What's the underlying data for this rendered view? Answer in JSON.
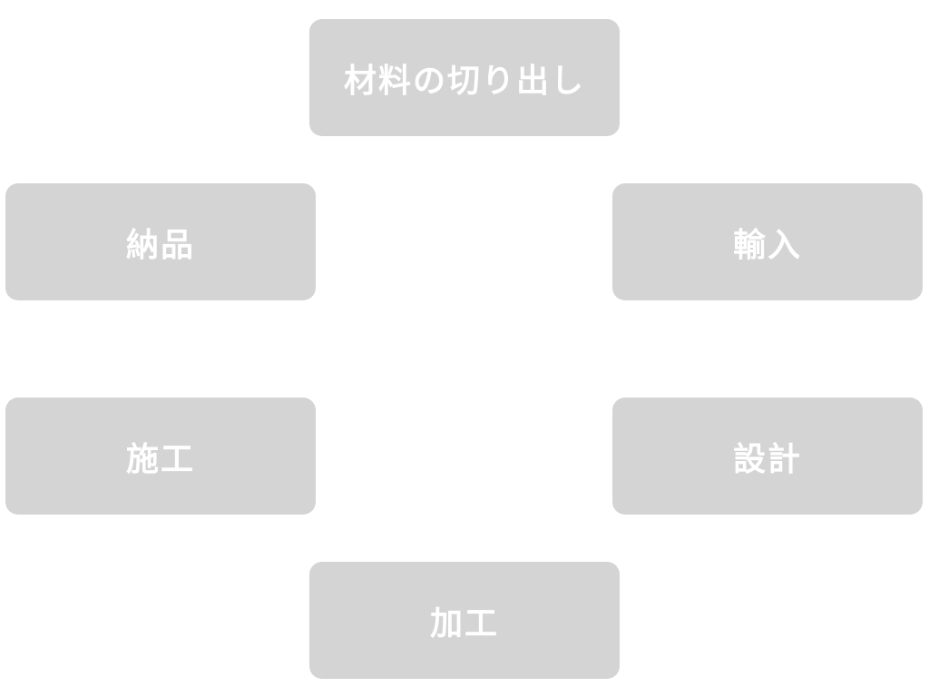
{
  "colors": {
    "node_fill": "#d4d4d4",
    "node_text": "#ffffff",
    "background": "#ffffff"
  },
  "nodes": [
    {
      "label": "材料の切り出し"
    },
    {
      "label": "納品"
    },
    {
      "label": "輸入"
    },
    {
      "label": "施工"
    },
    {
      "label": "設計"
    },
    {
      "label": "加工"
    }
  ]
}
